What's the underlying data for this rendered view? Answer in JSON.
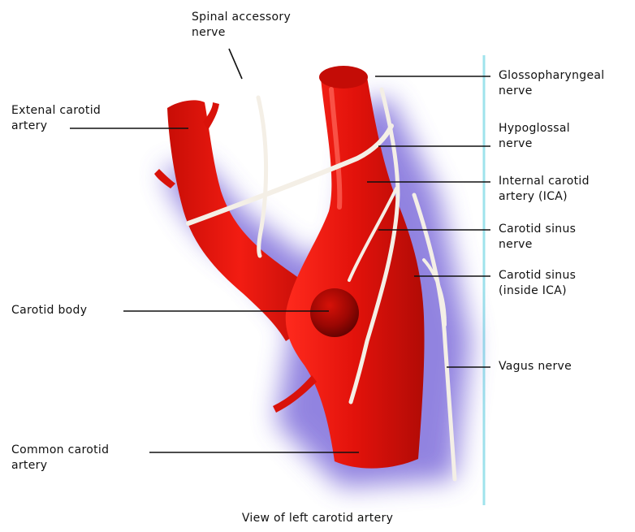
{
  "labels": {
    "spinal_accessory_nerve": [
      "Spinal accessory",
      "nerve"
    ],
    "external_carotid_artery": [
      "Extenal carotid",
      "artery"
    ],
    "glossopharyngeal_nerve": [
      "Glossopharyngeal",
      "nerve"
    ],
    "hypoglossal_nerve": [
      "Hypoglossal",
      "nerve"
    ],
    "internal_carotid_artery": [
      "Internal carotid",
      "artery (ICA)"
    ],
    "carotid_sinus_nerve": [
      "Carotid sinus",
      "nerve"
    ],
    "carotid_sinus": [
      "Carotid sinus",
      "(inside ICA)"
    ],
    "carotid_body": [
      "Carotid body"
    ],
    "vagus_nerve": [
      "Vagus nerve"
    ],
    "common_carotid_artery": [
      "Common carotid",
      "artery"
    ]
  },
  "caption": "View of left carotid artery",
  "colors": {
    "artery": "#e2120b",
    "artery_dark": "#a80804",
    "shadow": "#6d5ad6",
    "nerve": "#f4efe6",
    "frame": "#9fe3ec",
    "leader": "#111111"
  }
}
